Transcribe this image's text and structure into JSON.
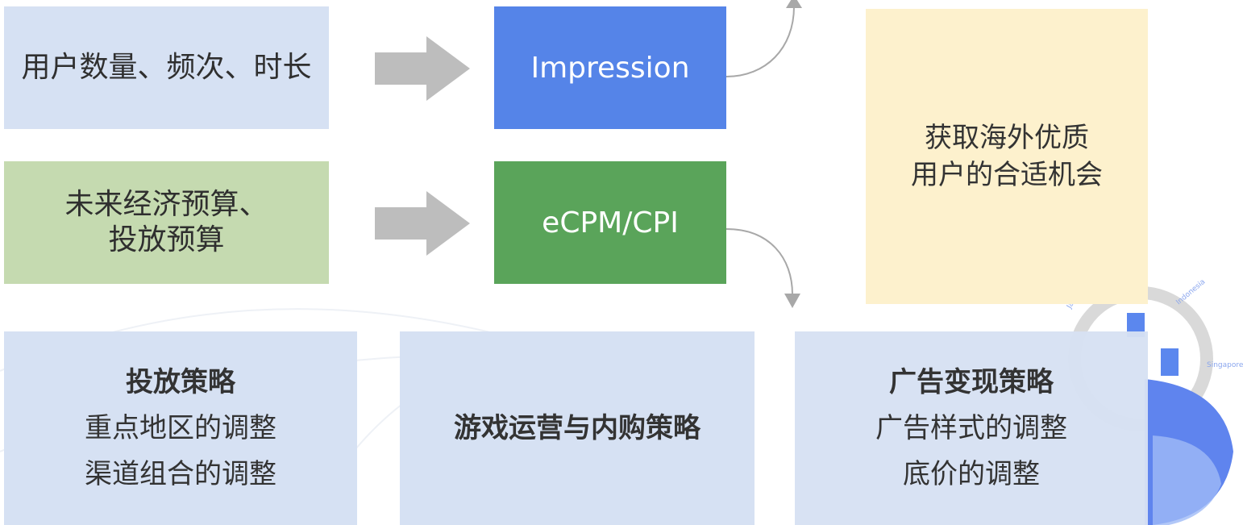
{
  "inputs": {
    "top": {
      "text": "用户数量、频次、时长"
    },
    "bottom": {
      "line1": "未来经济预算、",
      "line2": "投放预算"
    }
  },
  "metrics": {
    "impression": "Impression",
    "ecpm": "eCPM/CPI"
  },
  "goal": {
    "line1": "获取海外优质",
    "line2": "用户的合适机会"
  },
  "strategies": {
    "ad_delivery": {
      "title": "投放策略",
      "line1": "重点地区的调整",
      "line2": "渠道组合的调整"
    },
    "game_ops": {
      "title": "游戏运营与内购策略"
    },
    "ad_monetization": {
      "title": "广告变现策略",
      "line1": "广告样式的调整",
      "line2": "底价的调整"
    }
  },
  "decor": {
    "labels": [
      "Indonesia",
      "Singapore",
      "Jamaica"
    ]
  },
  "colors": {
    "input_top_bg": "#d6e1f3",
    "input_bottom_bg": "#c5dab0",
    "impression_bg": "#5584e8",
    "ecpm_bg": "#5aa45a",
    "goal_bg": "#fdf1cd",
    "strategy_bg": "#d6e1f3",
    "arrow": "#bdbdbd",
    "connector": "#a8a8a8"
  }
}
